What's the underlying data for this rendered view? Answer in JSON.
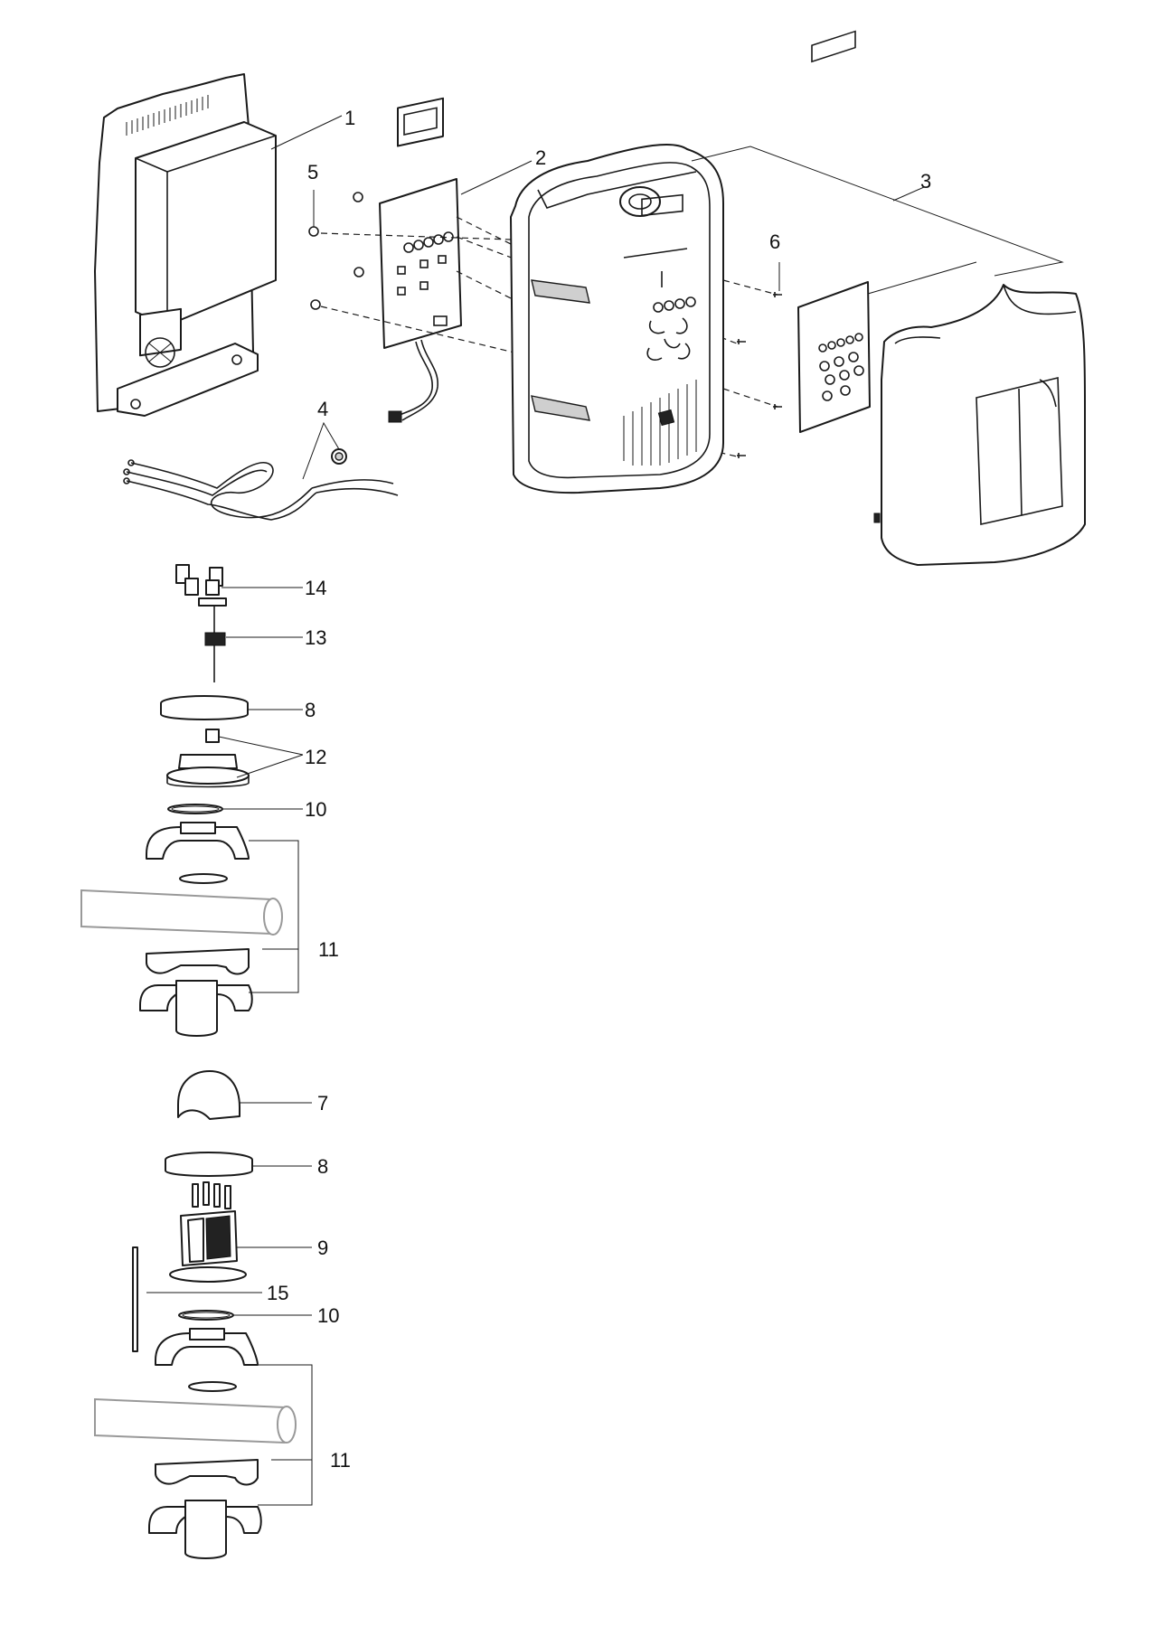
{
  "callouts": {
    "c1": "1",
    "c2": "2",
    "c3": "3",
    "c4": "4",
    "c5": "5",
    "c6": "6",
    "c14": "14",
    "c13": "13",
    "c8a": "8",
    "c12": "12",
    "c10a": "10",
    "c11a": "11",
    "c7": "7",
    "c8b": "8",
    "c9": "9",
    "c15": "15",
    "c10b": "10",
    "c11b": "11"
  },
  "colors": {
    "line": "#1a1a1a",
    "pipe": "#999999",
    "background": "#ffffff"
  }
}
